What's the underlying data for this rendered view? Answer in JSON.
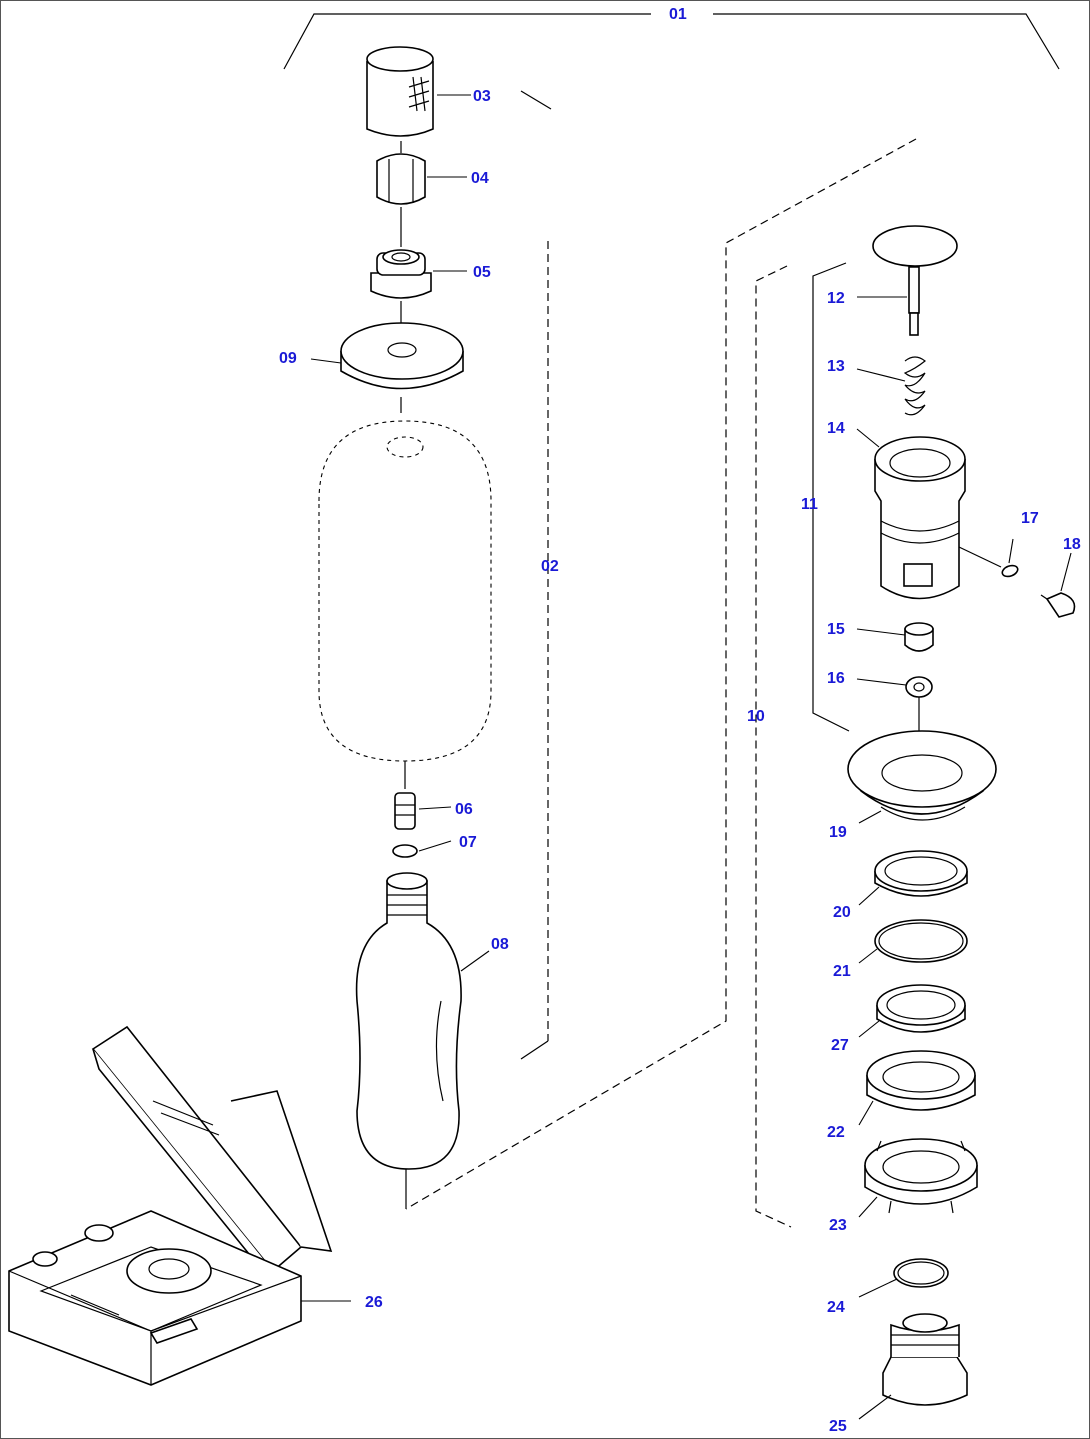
{
  "colors": {
    "callout": "#1a1ad6",
    "line": "#000000",
    "background": "#ffffff"
  },
  "callouts": {
    "c01": "01",
    "c02": "02",
    "c03": "03",
    "c04": "04",
    "c05": "05",
    "c06": "06",
    "c07": "07",
    "c08": "08",
    "c09": "09",
    "c10": "10",
    "c11": "11",
    "c12": "12",
    "c13": "13",
    "c14": "14",
    "c15": "15",
    "c16": "16",
    "c17": "17",
    "c18": "18",
    "c19": "19",
    "c20": "20",
    "c21": "21",
    "c22": "22",
    "c23": "23",
    "c24": "24",
    "c25": "25",
    "c26": "26",
    "c27": "27"
  }
}
